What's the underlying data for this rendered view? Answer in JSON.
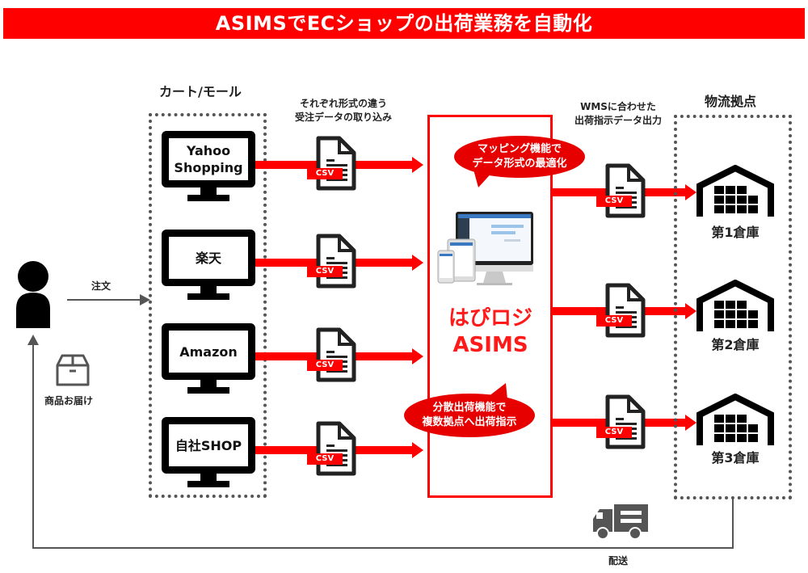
{
  "title": "ASIMSでECショップの出荷業務を自動化",
  "customer": {
    "order_label": "注文",
    "delivery_label": "商品お届け"
  },
  "carts": {
    "heading": "カート/モール",
    "items": [
      {
        "label": "Yahoo\nShopping"
      },
      {
        "label": "楽天"
      },
      {
        "label": "Amazon"
      },
      {
        "label": "自社SHOP"
      }
    ]
  },
  "import_caption": {
    "line1": "それぞれ形式の違う",
    "line2": "受注データの取り込み"
  },
  "csv_label": "CSV",
  "asims": {
    "name_line1": "はぴロジ",
    "name_line2": "ASIMS",
    "bubble_top_line1": "マッピング機能で",
    "bubble_top_line2": "データ形式の最適化",
    "bubble_bottom_line1": "分散出荷機能で",
    "bubble_bottom_line2": "複数拠点へ出荷指示"
  },
  "export_caption": {
    "line1": "WMSに合わせた",
    "line2": "出荷指示データ出力"
  },
  "warehouses": {
    "heading": "物流拠点",
    "items": [
      {
        "label": "第1倉庫"
      },
      {
        "label": "第2倉庫"
      },
      {
        "label": "第3倉庫"
      }
    ]
  },
  "shipping_label": "配送",
  "colors": {
    "accent": "#ff0000",
    "bubble": "#e60000",
    "line_grey": "#555555"
  }
}
